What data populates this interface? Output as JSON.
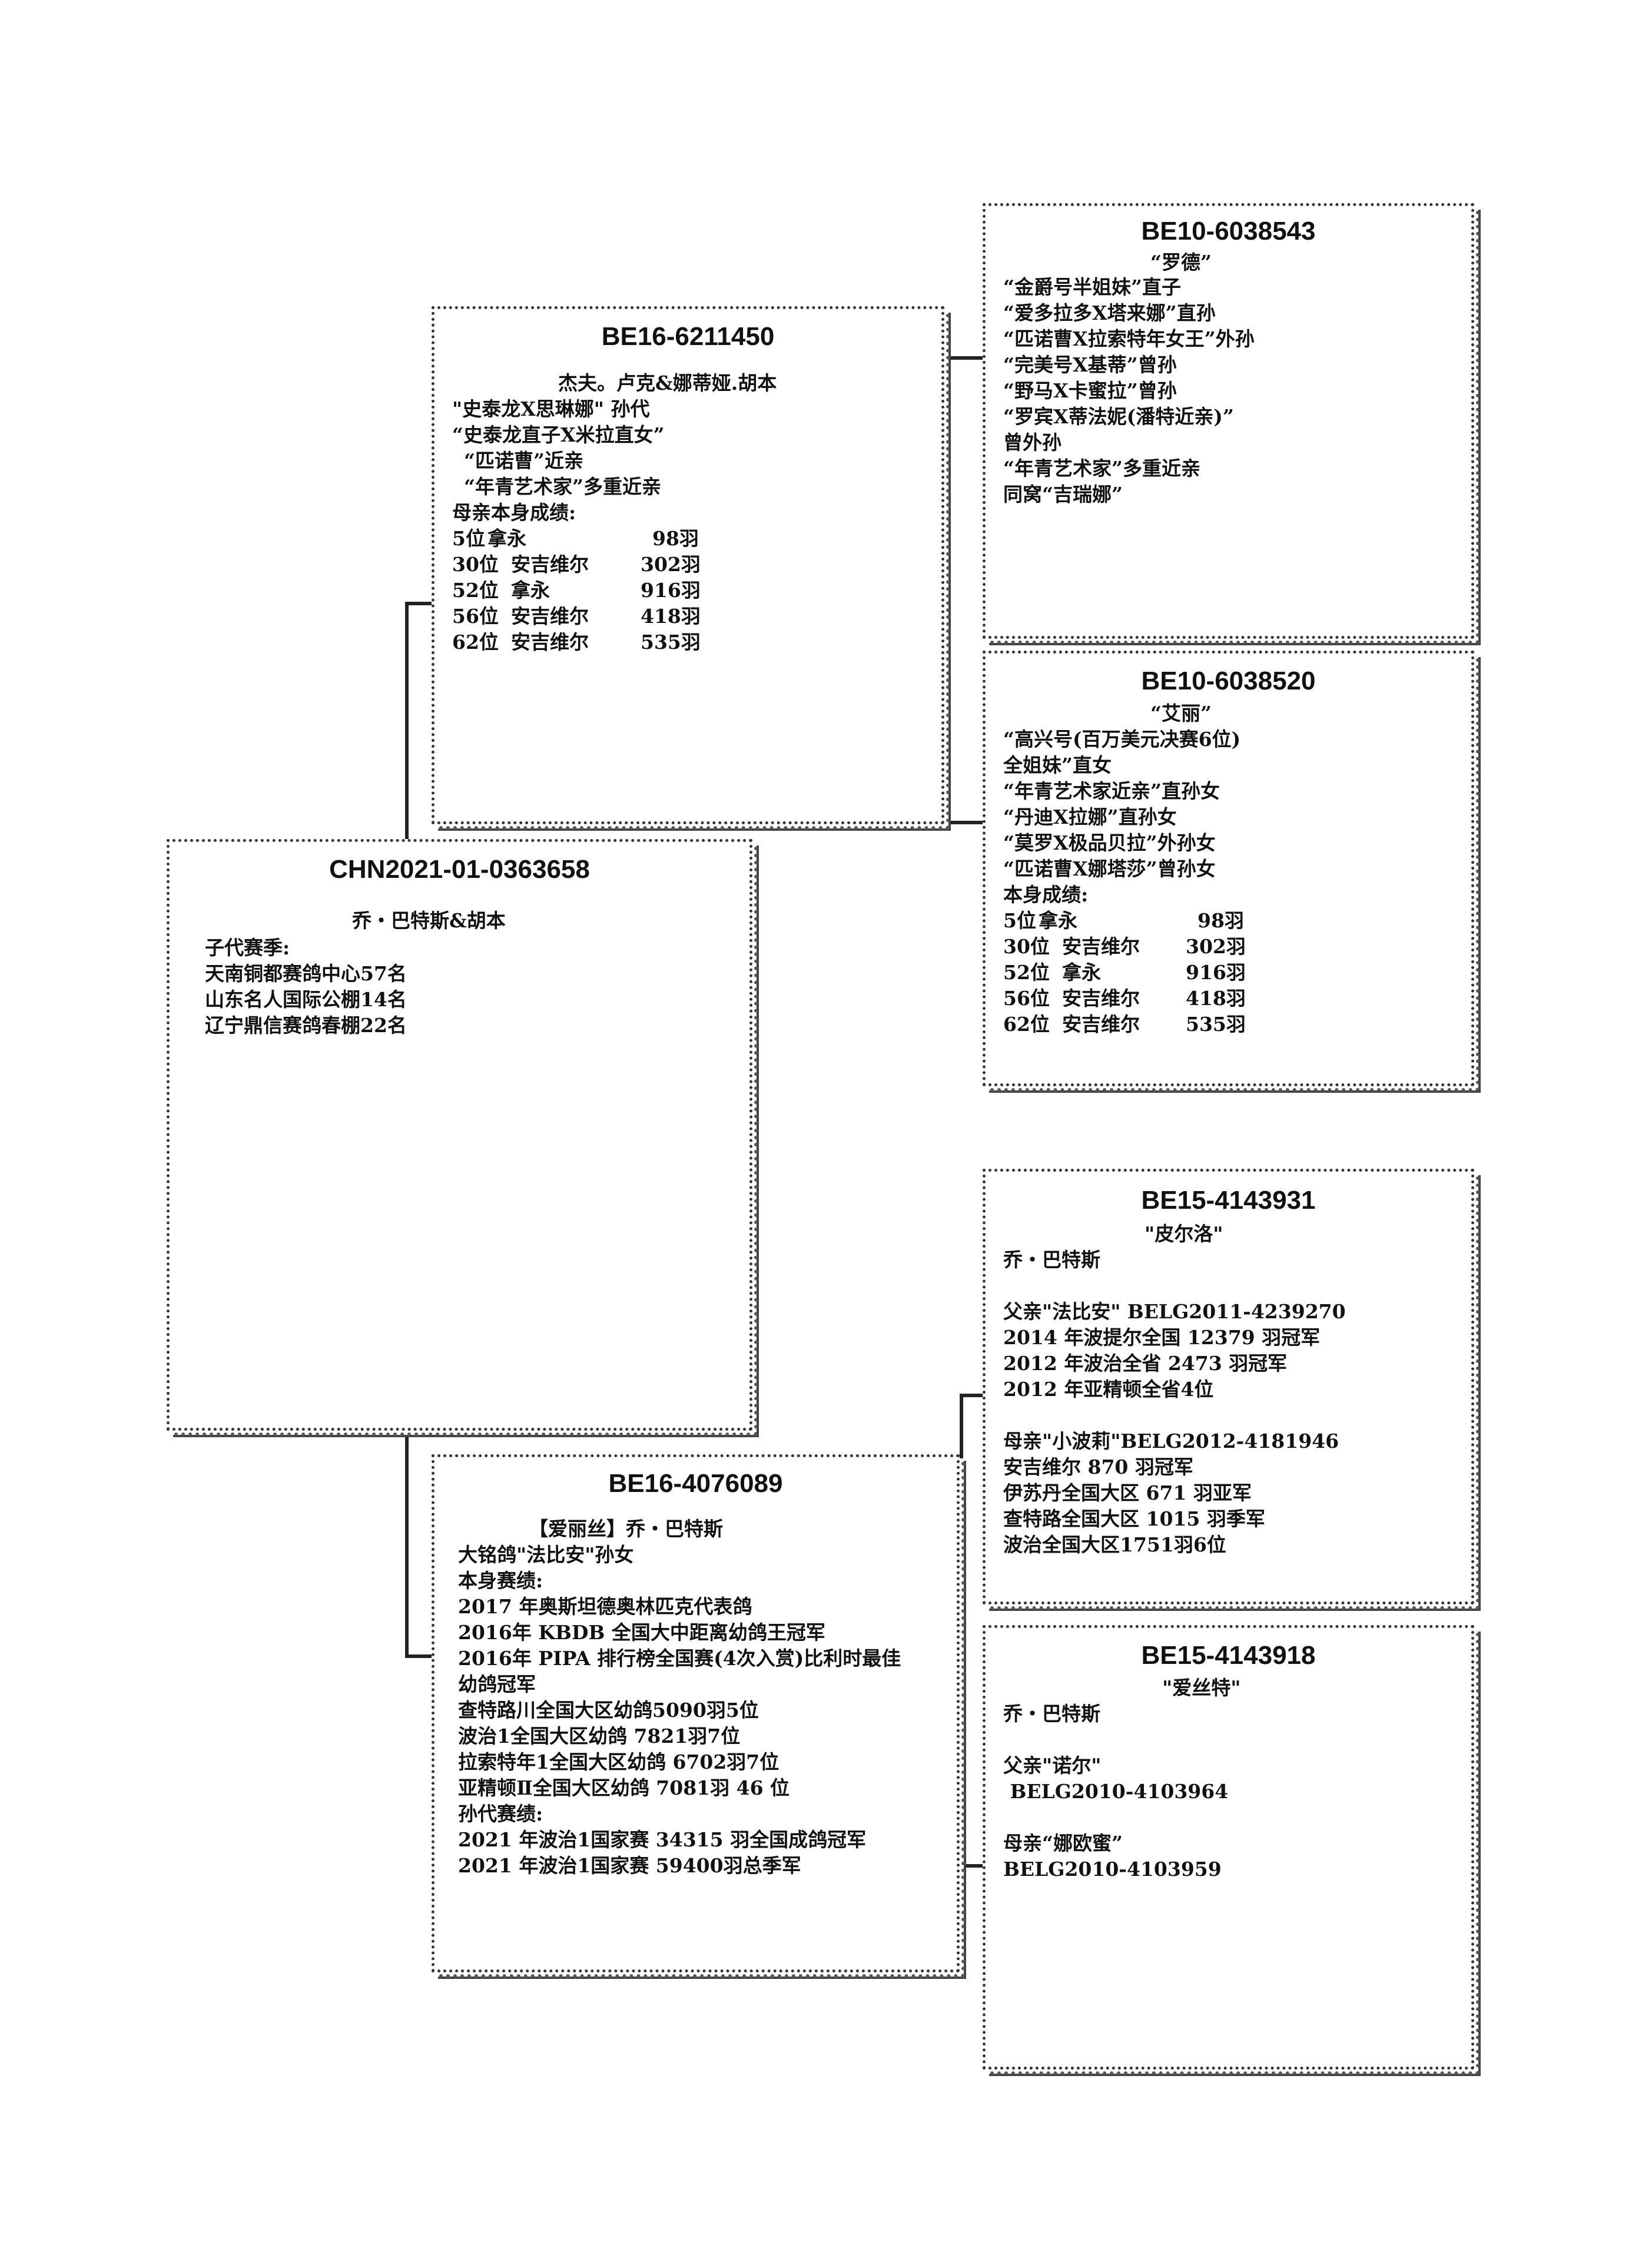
{
  "main": {
    "ring": "CHN2021-01-0363658",
    "breeder": "乔・巴特斯&胡本",
    "lines": [
      "子代赛季:",
      "天南铜都赛鸽中心57名",
      "山东名人国际公棚14名",
      "辽宁鼎信赛鸽春棚22名"
    ]
  },
  "sire": {
    "ring": "BE16-6211450",
    "breeder": "杰夫。卢克&娜蒂娅.胡本",
    "lines": [
      "\"史泰龙X思琳娜\" 孙代",
      "“史泰龙直子X米拉直女”",
      "“匹诺曹”近亲",
      "“年青艺术家”多重近亲",
      "母亲本身成绩:"
    ],
    "results": [
      {
        "rank": "5位",
        "race": "拿永",
        "count": "98羽"
      },
      {
        "rank": "30位",
        "race": "安吉维尔",
        "count": "302羽"
      },
      {
        "rank": "52位",
        "race": "拿永",
        "count": "916羽"
      },
      {
        "rank": "56位",
        "race": "安吉维尔",
        "count": "418羽"
      },
      {
        "rank": "62位",
        "race": "安吉维尔",
        "count": "535羽"
      }
    ]
  },
  "dam": {
    "ring": "BE16-4076089",
    "breeder": "【爱丽丝】乔・巴特斯",
    "lines": [
      "大铭鸽\"法比安\"孙女",
      "本身赛绩:",
      "2017 年奥斯坦德奥林匹克代表鸽",
      "2016年 KBDB 全国大中距离幼鸽王冠军",
      "2016年 PIPA 排行榜全国赛(4次入赏)比利时最佳",
      "幼鸽冠军",
      "查特路川全国大区幼鸽5090羽5位",
      "波治1全国大区幼鸽 7821羽7位",
      "拉索特年1全国大区幼鸽 6702羽7位",
      "亚精顿Ⅱ全国大区幼鸽 7081羽 46 位",
      "孙代赛绩:",
      "2021 年波治1国家赛 34315 羽全国成鸽冠军",
      "2021 年波治1国家赛 59400羽总季军"
    ]
  },
  "ss": {
    "ring": "BE10-6038543",
    "name": "“罗德”",
    "lines": [
      "“金爵号半姐妹”直子",
      "“爱多拉多X塔来娜”直孙",
      "“匹诺曹X拉索特年女王”外孙",
      "“完美号X基蒂”曾孙",
      "“野马X卡蜜拉”曾孙",
      "“罗宾X蒂法妮(潘特近亲)”",
      "曾外孙",
      "“年青艺术家”多重近亲",
      "同窝“吉瑞娜”"
    ]
  },
  "sd": {
    "ring": "BE10-6038520",
    "name": "“艾丽”",
    "lines": [
      "“高兴号(百万美元决赛6位)",
      "全姐妹”直女",
      "“年青艺术家近亲”直孙女",
      "“丹迪X拉娜”直孙女",
      "“莫罗X极品贝拉”外孙女",
      "“匹诺曹X娜塔莎”曾孙女",
      "本身成绩:"
    ],
    "results": [
      {
        "rank": "5位",
        "race": "拿永",
        "count": "98羽"
      },
      {
        "rank": "30位",
        "race": "安吉维尔",
        "count": "302羽"
      },
      {
        "rank": "52位",
        "race": "拿永",
        "count": "916羽"
      },
      {
        "rank": "56位",
        "race": "安吉维尔",
        "count": "418羽"
      },
      {
        "rank": "62位",
        "race": "安吉维尔",
        "count": "535羽"
      }
    ]
  },
  "ds": {
    "ring": "BE15-4143931",
    "name": "\"皮尔洛\"",
    "breeder": "乔・巴特斯",
    "lines": [
      "父亲\"法比安\" BELG2011-4239270",
      "2014 年波提尔全国 12379 羽冠军",
      "2012 年波治全省 2473 羽冠军",
      "2012 年亚精顿全省4位",
      "",
      "母亲\"小波莉\"BELG2012-4181946",
      "安吉维尔 870 羽冠军",
      "伊苏丹全国大区 671 羽亚军",
      "查特路全国大区 1015 羽季军",
      "波治全国大区1751羽6位"
    ]
  },
  "dd": {
    "ring": "BE15-4143918",
    "name": "\"爱丝特\"",
    "breeder": "乔・巴特斯",
    "lines": [
      "",
      "父亲\"诺尔\"",
      " BELG2010-4103964",
      "",
      "母亲“娜欧蜜”",
      "BELG2010-4103959"
    ]
  }
}
